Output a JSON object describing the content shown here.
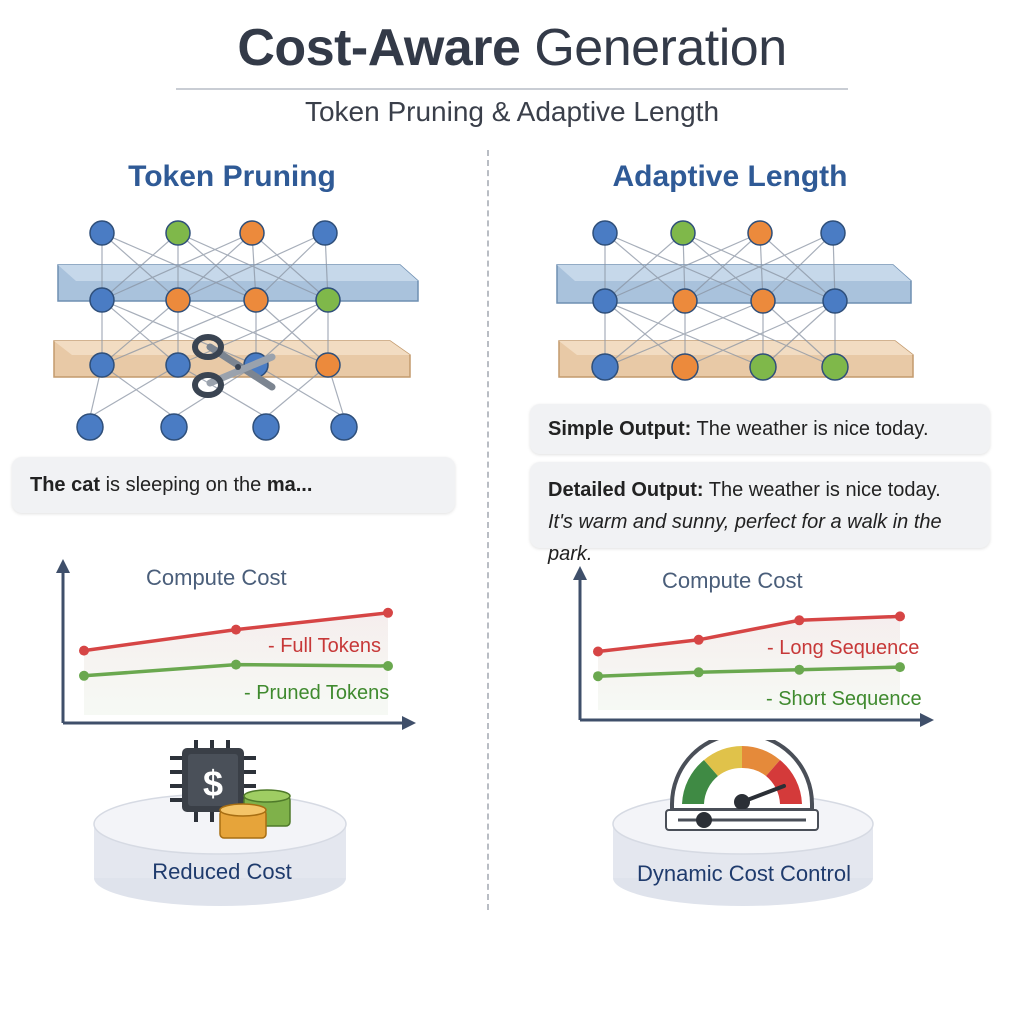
{
  "header": {
    "title_bold": "Cost-Aware",
    "title_rest": " Generation",
    "subtitle": "Token Pruning & Adaptive Length"
  },
  "left": {
    "section_title": "Token Pruning",
    "example_bold1": "The cat",
    "example_mid": " is sleeping on the ",
    "example_bold2": "ma...",
    "chart_title": "Compute Cost",
    "legend_full": "- Full Tokens",
    "legend_pruned": "- Pruned Tokens",
    "caption": "Reduced Cost",
    "chip_symbol": "$"
  },
  "right": {
    "section_title": "Adaptive Length",
    "simple_label": "Simple Output:",
    "simple_text": " The weather is nice today.",
    "detailed_label": "Detailed Output:",
    "detailed_text": " The weather is nice today.",
    "detailed_line2": "It's warm and sunny, perfect for a walk in the park.",
    "chart_title": "Compute Cost",
    "legend_long": "- Long Sequence",
    "legend_short": "- Short Sequence",
    "caption": "Dynamic Cost Control"
  },
  "colors": {
    "blue_node": "#4a7cc4",
    "green_node": "#7fb84a",
    "orange_node": "#ec8a3c",
    "red_line": "#d64545",
    "green_line": "#6aa84f",
    "title_blue": "#2f5a96"
  },
  "chart_data": [
    {
      "type": "line",
      "title": "Compute Cost",
      "xlabel": "",
      "ylabel": "",
      "x": [
        1,
        2,
        3
      ],
      "series": [
        {
          "name": "Full Tokens",
          "values": [
            4.6,
            6.1,
            7.3
          ]
        },
        {
          "name": "Pruned Tokens",
          "values": [
            2.8,
            3.6,
            3.5
          ]
        }
      ]
    },
    {
      "type": "line",
      "title": "Compute Cost",
      "xlabel": "",
      "ylabel": "",
      "x": [
        1,
        2,
        3,
        4
      ],
      "series": [
        {
          "name": "Long Sequence",
          "values": [
            4.5,
            5.4,
            6.9,
            7.2
          ]
        },
        {
          "name": "Short Sequence",
          "values": [
            2.6,
            2.9,
            3.1,
            3.3
          ]
        }
      ]
    }
  ]
}
